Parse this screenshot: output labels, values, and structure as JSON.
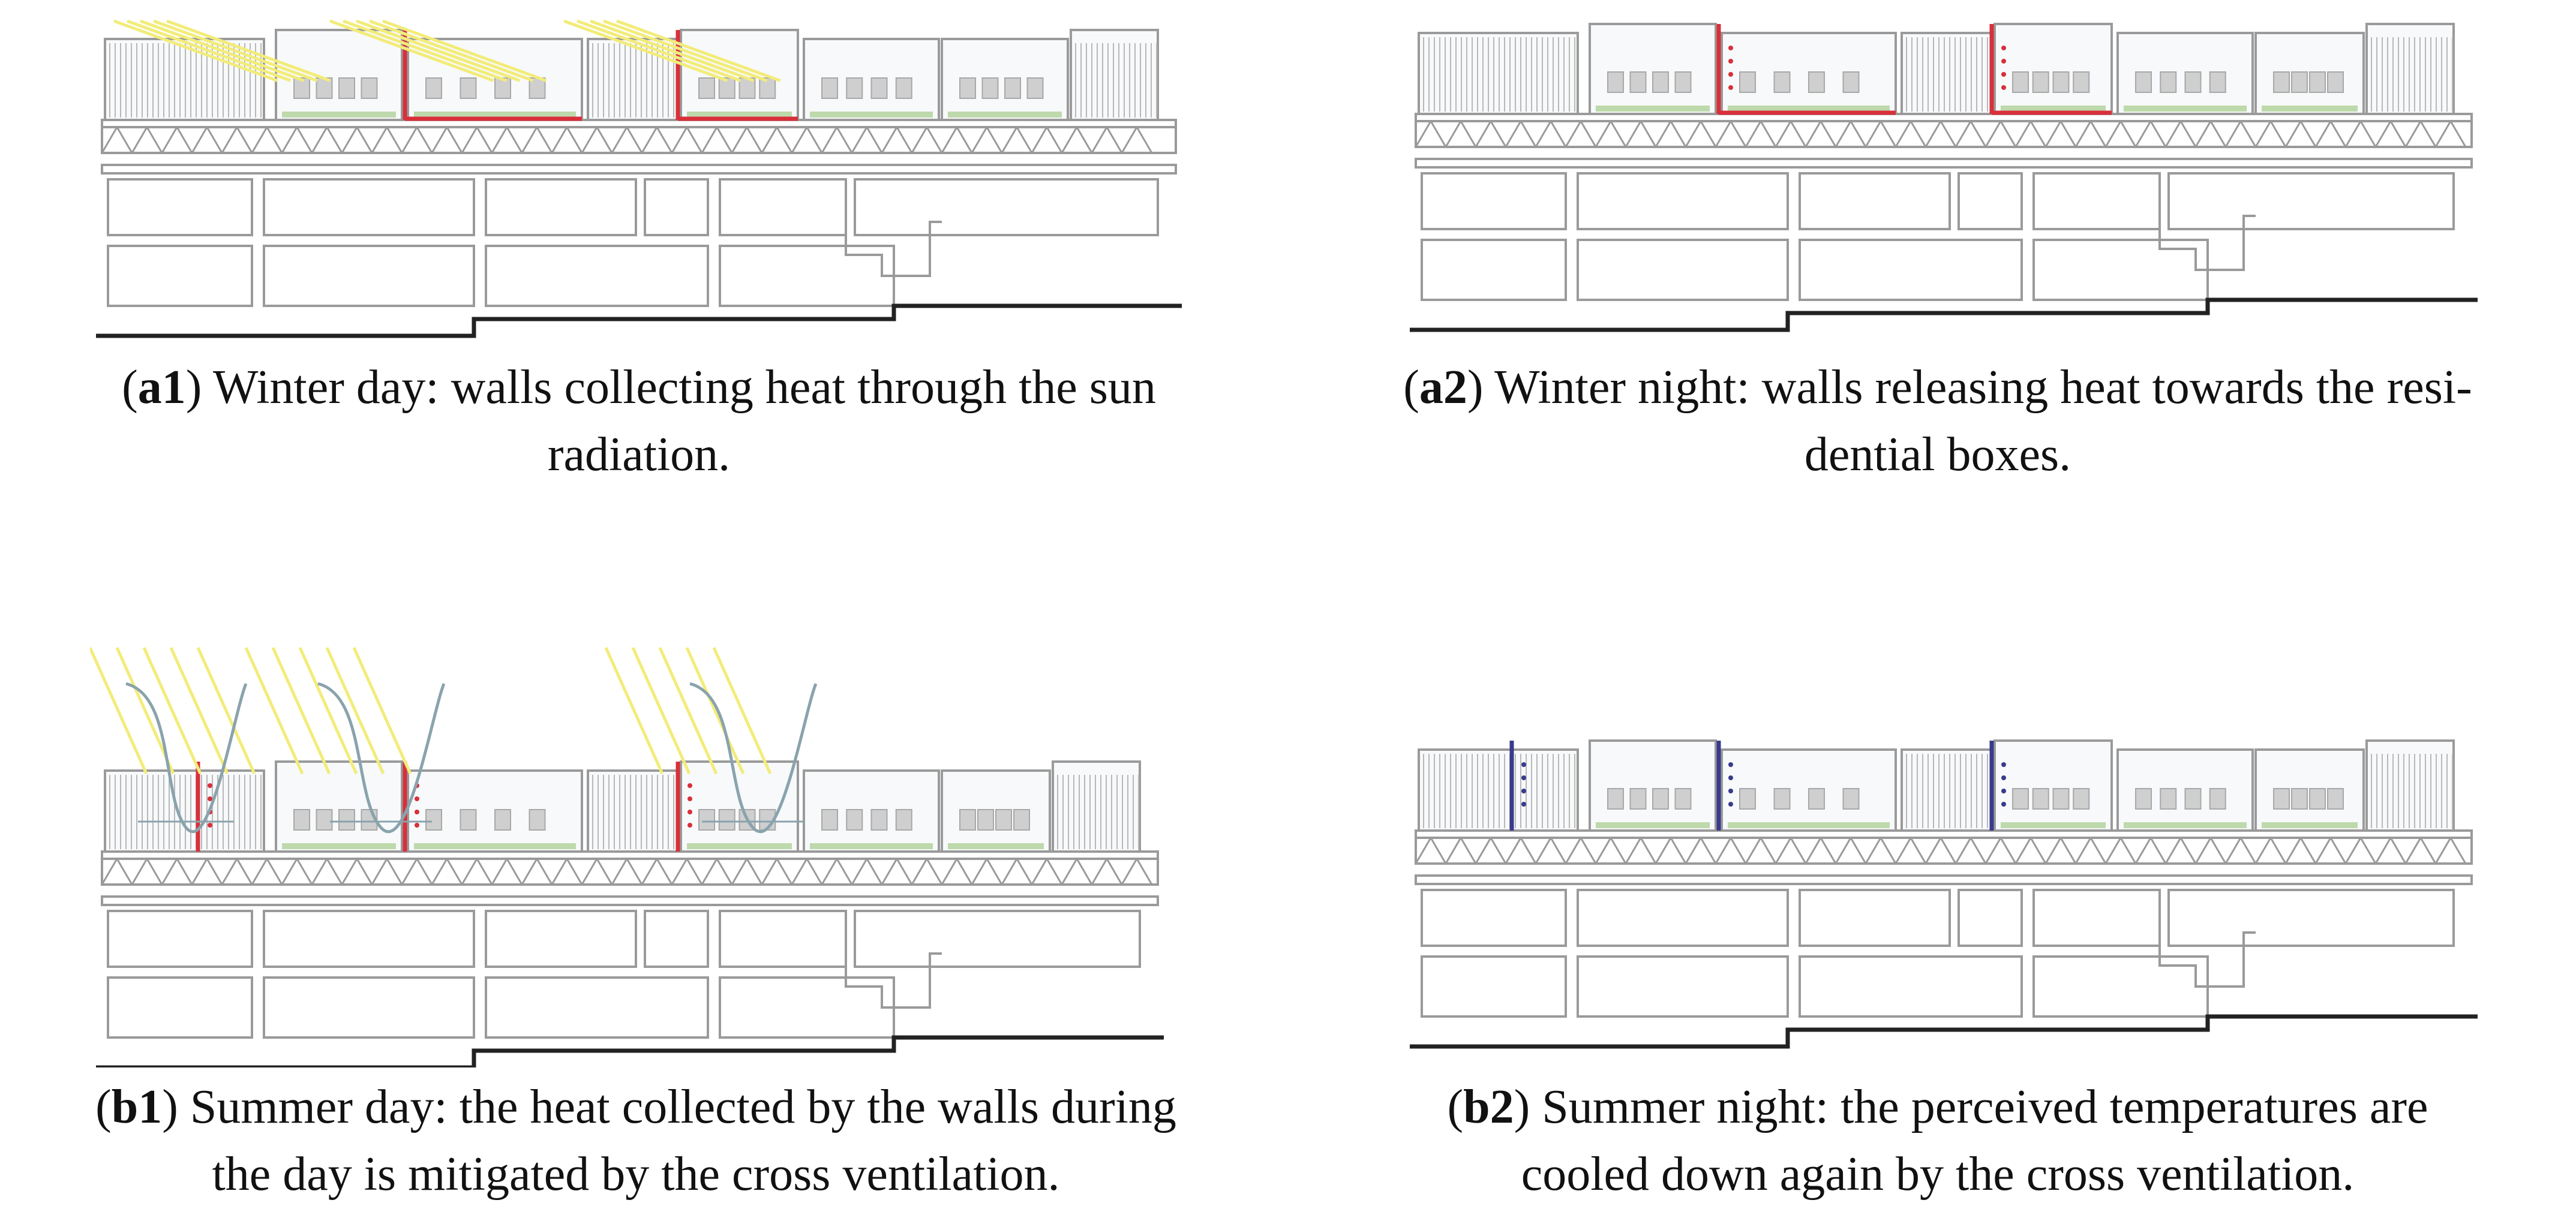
{
  "panels": {
    "a1": {
      "tag": "a1",
      "open": "(",
      "close": ")",
      "caption_line1": " Winter day: walls collecting heat through the sun",
      "caption_line2": "radiation."
    },
    "a2": {
      "tag": "a2",
      "open": "(",
      "close": ")",
      "caption_line1": " Winter night: walls releasing heat towards the resi-",
      "caption_line2": "dential boxes."
    },
    "b1": {
      "tag": "b1",
      "open": "(",
      "close": ")",
      "caption_line1": " Summer day: the heat collected by the walls during",
      "caption_line2": "the day is mitigated by the cross ventilation."
    },
    "b2": {
      "tag": "b2",
      "open": "(",
      "close": ")",
      "caption_line1": " Summer night: the perceived temperatures are",
      "caption_line2": "cooled down again by the cross ventilation."
    }
  },
  "colors": {
    "line": "#9a9a9a",
    "ground": "#222222",
    "warm_wall": "#d8303a",
    "cool_wall": "#3a3a8c",
    "sun": "#f2ec7a",
    "air": "#8aa3ad",
    "vegetation": "#8fbf6a"
  }
}
